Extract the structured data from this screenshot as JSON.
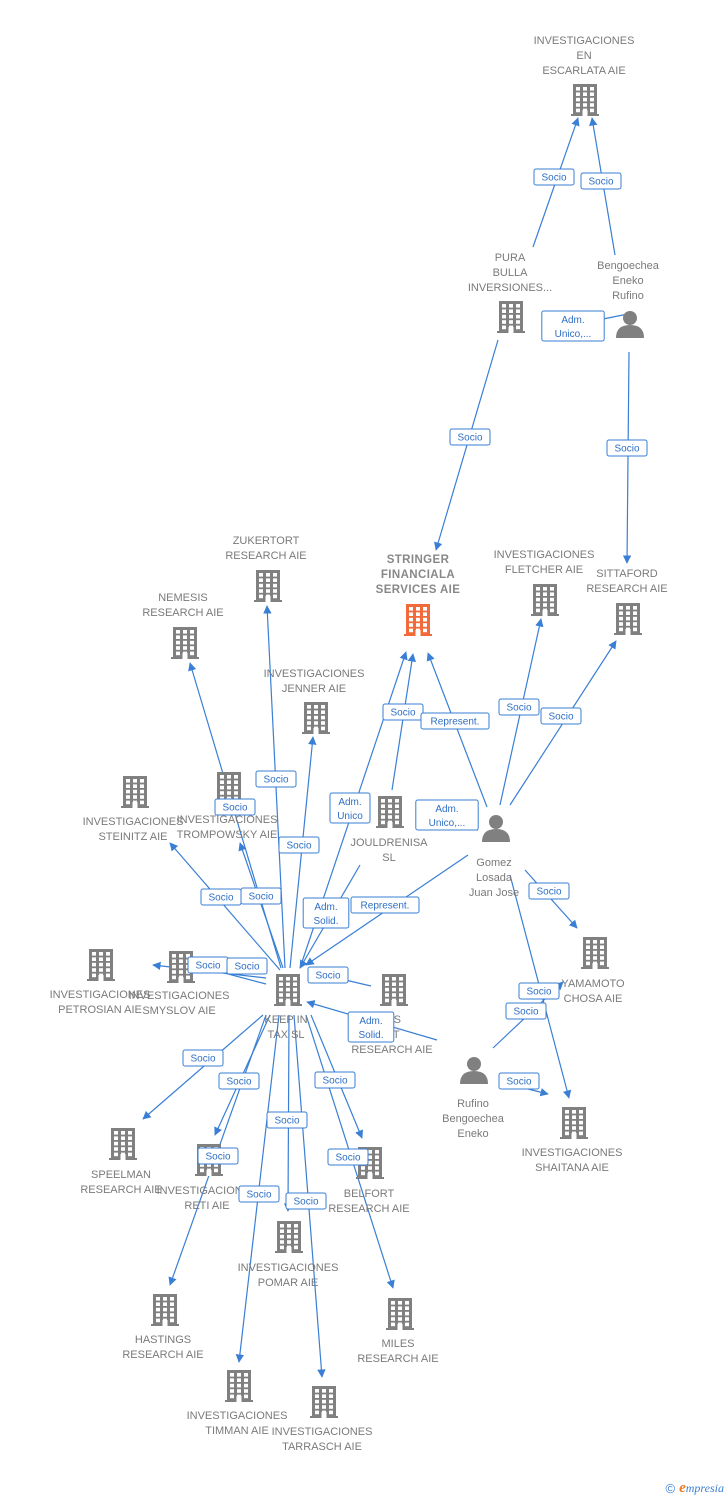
{
  "colors": {
    "edge": "#3a7fd5",
    "company": "#808080",
    "main_company": "#f26a3a",
    "person": "#808080",
    "label": "#7a7a7a"
  },
  "nodes": [
    {
      "id": "escarlata",
      "type": "company",
      "label": [
        "INVESTIGACIONES",
        "EN",
        "ESCARLATA AIE"
      ]
    },
    {
      "id": "pura",
      "type": "company",
      "label": [
        "PURA",
        "BULLA",
        "INVERSIONES..."
      ]
    },
    {
      "id": "bengoechea_rufino",
      "type": "person",
      "label": [
        "Bengoechea",
        "Eneko",
        "Rufino"
      ]
    },
    {
      "id": "stringer",
      "type": "main",
      "label": [
        "STRINGER",
        "FINANCIALA",
        "SERVICES AIE"
      ]
    },
    {
      "id": "fletcher",
      "type": "company",
      "label": [
        "INVESTIGACIONES",
        "FLETCHER AIE"
      ]
    },
    {
      "id": "sittaford",
      "type": "company",
      "label": [
        "SITTAFORD",
        "RESEARCH AIE"
      ]
    },
    {
      "id": "zukertort",
      "type": "company",
      "label": [
        "ZUKERTORT",
        "RESEARCH AIE"
      ]
    },
    {
      "id": "nemesis",
      "type": "company",
      "label": [
        "NEMESIS",
        "RESEARCH  AIE"
      ]
    },
    {
      "id": "jenner",
      "type": "company",
      "label": [
        "INVESTIGACIONES",
        "JENNER AIE"
      ]
    },
    {
      "id": "steinitz",
      "type": "company",
      "label": [
        "INVESTIGACIONES",
        "STEINITZ AIE"
      ]
    },
    {
      "id": "trompowsky",
      "type": "company",
      "label": [
        "INVESTIGACIONES",
        "TROMPOWSKY AIE"
      ]
    },
    {
      "id": "jouldrenisa",
      "type": "company",
      "label": [
        "JOULDRENISA",
        "SL"
      ]
    },
    {
      "id": "gomez",
      "type": "person",
      "label": [
        "Gomez",
        "Losada",
        "Juan Jose"
      ]
    },
    {
      "id": "yamamoto",
      "type": "company",
      "label": [
        "YAMAMOTO",
        "CHOSA AIE"
      ]
    },
    {
      "id": "petrosian",
      "type": "company",
      "label": [
        "INVESTIGACIONES",
        "PETROSIAN AIE"
      ]
    },
    {
      "id": "smyslov",
      "type": "company",
      "label": [
        "INVESTIGACIONES",
        "SMYSLOV AIE"
      ]
    },
    {
      "id": "keepin",
      "type": "company",
      "label": [
        "KEEP IN",
        "TAX  SL"
      ]
    },
    {
      "id": "gs",
      "type": "company",
      "label": [
        "G'S",
        "OT",
        "RESEARCH AIE"
      ]
    },
    {
      "id": "rufino_bengoechea",
      "type": "person",
      "label": [
        "Rufino",
        "Bengoechea",
        "Eneko"
      ]
    },
    {
      "id": "shaitana",
      "type": "company",
      "label": [
        "INVESTIGACIONES",
        "SHAITANA AIE"
      ]
    },
    {
      "id": "speelman",
      "type": "company",
      "label": [
        "SPEELMAN",
        "RESEARCH AIE"
      ]
    },
    {
      "id": "reti",
      "type": "company",
      "label": [
        "INVESTIGACIONES",
        "RETI AIE"
      ]
    },
    {
      "id": "belfort",
      "type": "company",
      "label": [
        "BELFORT",
        "RESEARCH AIE"
      ]
    },
    {
      "id": "pomar",
      "type": "company",
      "label": [
        "INVESTIGACIONES",
        "POMAR AIE"
      ]
    },
    {
      "id": "hastings",
      "type": "company",
      "label": [
        "HASTINGS",
        "RESEARCH AIE"
      ]
    },
    {
      "id": "miles",
      "type": "company",
      "label": [
        "MILES",
        "RESEARCH AIE"
      ]
    },
    {
      "id": "timman",
      "type": "company",
      "label": [
        "INVESTIGACIONES",
        "TIMMAN AIE"
      ]
    },
    {
      "id": "tarrasch",
      "type": "company",
      "label": [
        "INVESTIGACIONES",
        "TARRASCH AIE"
      ]
    }
  ],
  "edges": [
    {
      "from": "pura",
      "to": "escarlata",
      "label": [
        "Socio"
      ]
    },
    {
      "from": "bengoechea_rufino",
      "to": "escarlata",
      "label": [
        "Socio"
      ]
    },
    {
      "from": "bengoechea_rufino",
      "to": "pura",
      "label": [
        "Adm.",
        "Unico,..."
      ]
    },
    {
      "from": "pura",
      "to": "stringer",
      "label": [
        "Socio"
      ]
    },
    {
      "from": "bengoechea_rufino",
      "to": "sittaford",
      "label": [
        "Socio"
      ]
    },
    {
      "from": "keepin",
      "to": "zukertort",
      "label": [
        "Socio"
      ]
    },
    {
      "from": "keepin",
      "to": "nemesis",
      "label": [
        "Socio"
      ]
    },
    {
      "from": "keepin",
      "to": "jenner",
      "label": [
        "Socio"
      ]
    },
    {
      "from": "keepin",
      "to": "steinitz",
      "label": [
        "Socio"
      ]
    },
    {
      "from": "keepin",
      "to": "trompowsky",
      "label": [
        "Socio"
      ]
    },
    {
      "from": "keepin",
      "to": "stringer",
      "label": [
        "Adm.",
        "Unico"
      ]
    },
    {
      "from": "jouldrenisa",
      "to": "stringer",
      "label": [
        "Socio"
      ]
    },
    {
      "from": "gomez",
      "to": "stringer",
      "label": [
        "Represent."
      ]
    },
    {
      "from": "gomez",
      "to": "jouldrenisa",
      "label": [
        "Adm.",
        "Unico,..."
      ]
    },
    {
      "from": "gomez",
      "to": "fletcher",
      "label": [
        "Socio"
      ]
    },
    {
      "from": "gomez",
      "to": "sittaford",
      "label": [
        "Socio"
      ]
    },
    {
      "from": "gomez",
      "to": "keepin",
      "label": [
        "Represent."
      ]
    },
    {
      "from": "jouldrenisa",
      "to": "keepin",
      "label": [
        "Adm.",
        "Solid."
      ]
    },
    {
      "from": "gomez",
      "to": "yamamoto",
      "label": [
        "Socio"
      ]
    },
    {
      "from": "gomez",
      "to": "shaitana",
      "label": [
        "Socio"
      ]
    },
    {
      "from": "keepin",
      "to": "petrosian",
      "label": [
        "Socio"
      ]
    },
    {
      "from": "keepin",
      "to": "smyslov",
      "label": [
        "Socio"
      ]
    },
    {
      "from": "gs",
      "to": "keepin",
      "label": [
        "Socio"
      ]
    },
    {
      "from": "rufino_bengoechea",
      "to": "keepin",
      "label": [
        "Adm.",
        "Solid."
      ]
    },
    {
      "from": "rufino_bengoechea",
      "to": "yamamoto",
      "label": [
        "Socio"
      ]
    },
    {
      "from": "rufino_bengoechea",
      "to": "shaitana",
      "label": [
        "Socio"
      ]
    },
    {
      "from": "keepin",
      "to": "speelman",
      "label": [
        "Socio"
      ]
    },
    {
      "from": "keepin",
      "to": "reti",
      "label": [
        "Socio"
      ]
    },
    {
      "from": "keepin",
      "to": "belfort",
      "label": [
        "Socio"
      ]
    },
    {
      "from": "keepin",
      "to": "pomar",
      "label": [
        "Socio"
      ]
    },
    {
      "from": "keepin",
      "to": "hastings",
      "label": [
        "Socio"
      ]
    },
    {
      "from": "keepin",
      "to": "miles",
      "label": [
        "Socio"
      ]
    },
    {
      "from": "keepin",
      "to": "timman",
      "label": [
        "Socio"
      ]
    },
    {
      "from": "keepin",
      "to": "tarrasch",
      "label": [
        "Socio"
      ]
    }
  ],
  "footer": {
    "copyright": "©",
    "brand_initial": "e",
    "brand_rest": "mpresia"
  }
}
